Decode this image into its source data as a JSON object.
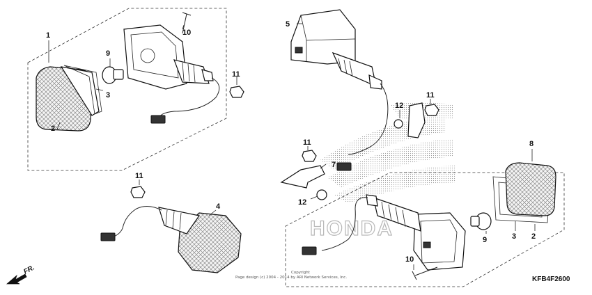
{
  "diagram": {
    "code": "KFB4F2600",
    "direction": "FR.",
    "watermark": "HONDA",
    "copyright_line1": "Copyright",
    "copyright_line2": "Page design (c) 2004 - 2014 by ARI Network Services, Inc."
  },
  "callouts": {
    "c1": "1",
    "c2a": "2",
    "c3a": "3",
    "c9a": "9",
    "c10a": "10",
    "c11a": "11",
    "c5": "5",
    "c11b": "11",
    "c12a": "12",
    "c11c": "11",
    "c7": "7",
    "c12b": "12",
    "c8": "8",
    "c11d": "11",
    "c4": "4",
    "c9b": "9",
    "c3b": "3",
    "c2b": "2",
    "c10b": "10"
  },
  "colors": {
    "line": "#222222",
    "watermark": "#b8b8b8"
  }
}
